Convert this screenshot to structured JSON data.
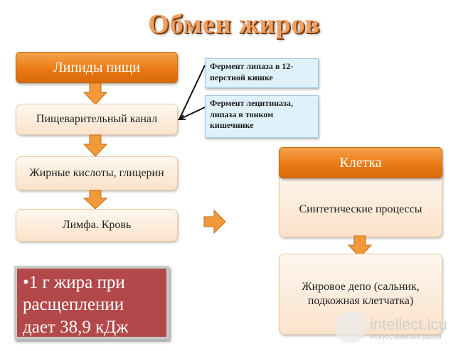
{
  "title": "Обмен жиров",
  "left_chain": [
    "Липиды пищи",
    "Пищеварительный канал",
    "Жирные кислоты, глицерин",
    "Лимфа. Кровь"
  ],
  "enzymes": [
    "Фермент липаза в 12-перстной кишке",
    "Фермент лецитиназа, липаза в тонком кишечнике"
  ],
  "right_chain": {
    "header": "Клетка",
    "synthesis": "Синтетические процессы",
    "depot": "Жировое депо (сальник, подкожная клетчатка)"
  },
  "fact": "•1 г жира при расщеплении дает 38,9 кДж",
  "watermark": {
    "name": "intellect.icu",
    "sub": "Искусственный разум"
  },
  "colors": {
    "orange": "#e97710",
    "light_fill": "#fbe3cb",
    "blue_fill": "#dff1fb",
    "red_fill": "#b3484a",
    "title": "#f0a060"
  }
}
